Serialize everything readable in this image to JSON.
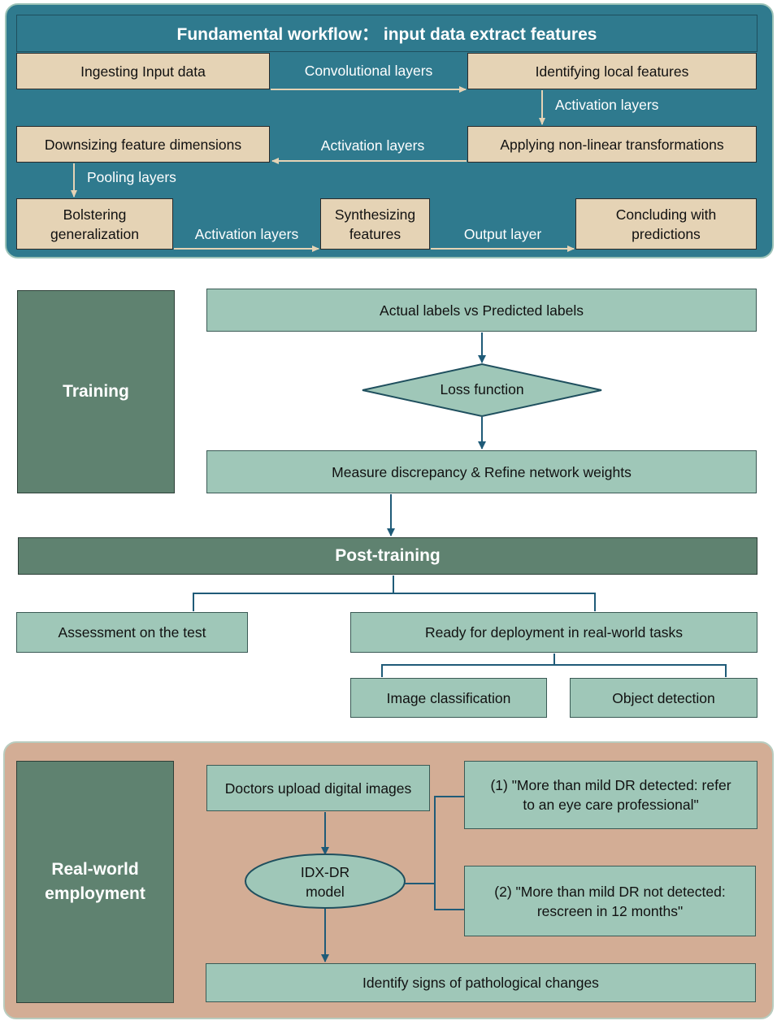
{
  "workflow": {
    "title": "Fundamental workflow：  input data extract features",
    "nodes": {
      "ingest": "Ingesting Input data",
      "identify": "Identifying local features",
      "nonlinear": "Applying non-linear transformations",
      "downsize": "Downsizing feature dimensions",
      "bolster": "Bolstering generalization",
      "synthesize": "Synthesizing features",
      "conclude": "Concluding with predictions"
    },
    "edges": {
      "conv": "Convolutional layers",
      "act1": "Activation layers",
      "act2": "Activation layers",
      "pool": "Pooling layers",
      "act3": "Activation layers",
      "output": "Output layer"
    }
  },
  "training": {
    "label": "Training",
    "actual_vs_predicted": "Actual labels vs Predicted labels",
    "loss_function": "Loss function",
    "refine": "Measure discrepancy & Refine network weights"
  },
  "post_training": {
    "label": "Post-training",
    "assessment": "Assessment on the test",
    "deployment": "Ready for deployment in real-world tasks",
    "image_classification": "Image classification",
    "object_detection": "Object detection"
  },
  "real_world": {
    "label": "Real-world employment",
    "upload": "Doctors upload digital images",
    "model": "IDX-DR model",
    "outcome1": "(1) \"More than mild DR detected: refer to an eye care professional\"",
    "outcome2": "(2) \"More  than mild DR not detected: rescreen in 12 months\"",
    "identify_signs": "Identify signs of pathological changes"
  },
  "colors": {
    "top_panel": "#2f7a8e",
    "tan_box": "#e5d3b5",
    "mint_box": "#9fc7b8",
    "dark_green": "#5f8270",
    "bottom_panel": "#d3ad95",
    "arrow_blue": "#1f5b78",
    "arrow_light": "#e5d3b5"
  }
}
